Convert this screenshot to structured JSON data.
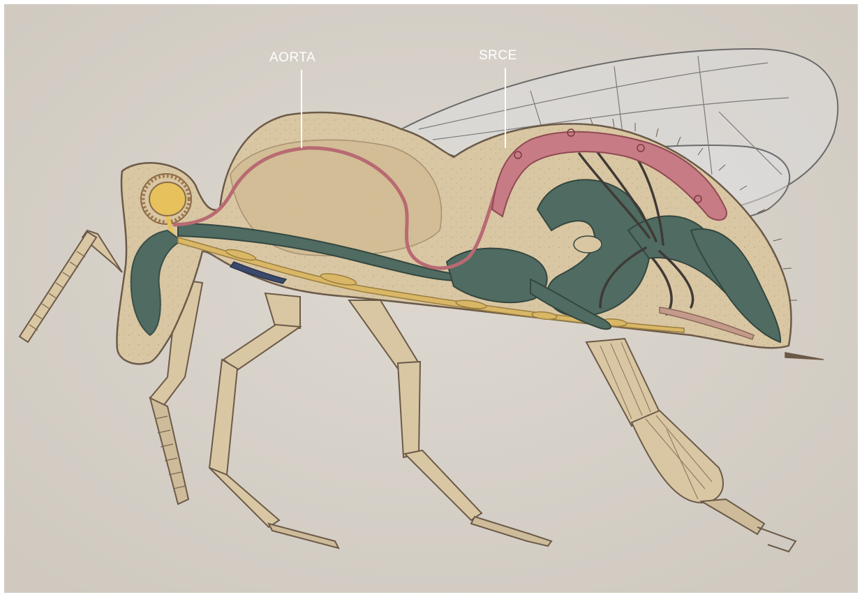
{
  "labels": {
    "aorta": "AORTA",
    "srce": "SRCE"
  },
  "colors": {
    "background": "#d6d1c9",
    "body_fill": "#d9c6a3",
    "outline": "#6b5a48",
    "digestive": "#4f6b62",
    "dorsal_vessel": "#b86a72",
    "nerve_cord": "#d9b766",
    "brain": "#e7c15c",
    "label_text": "#ffffff"
  },
  "icons": {
    "illustration": "honeybee-cross-section-illustration"
  }
}
